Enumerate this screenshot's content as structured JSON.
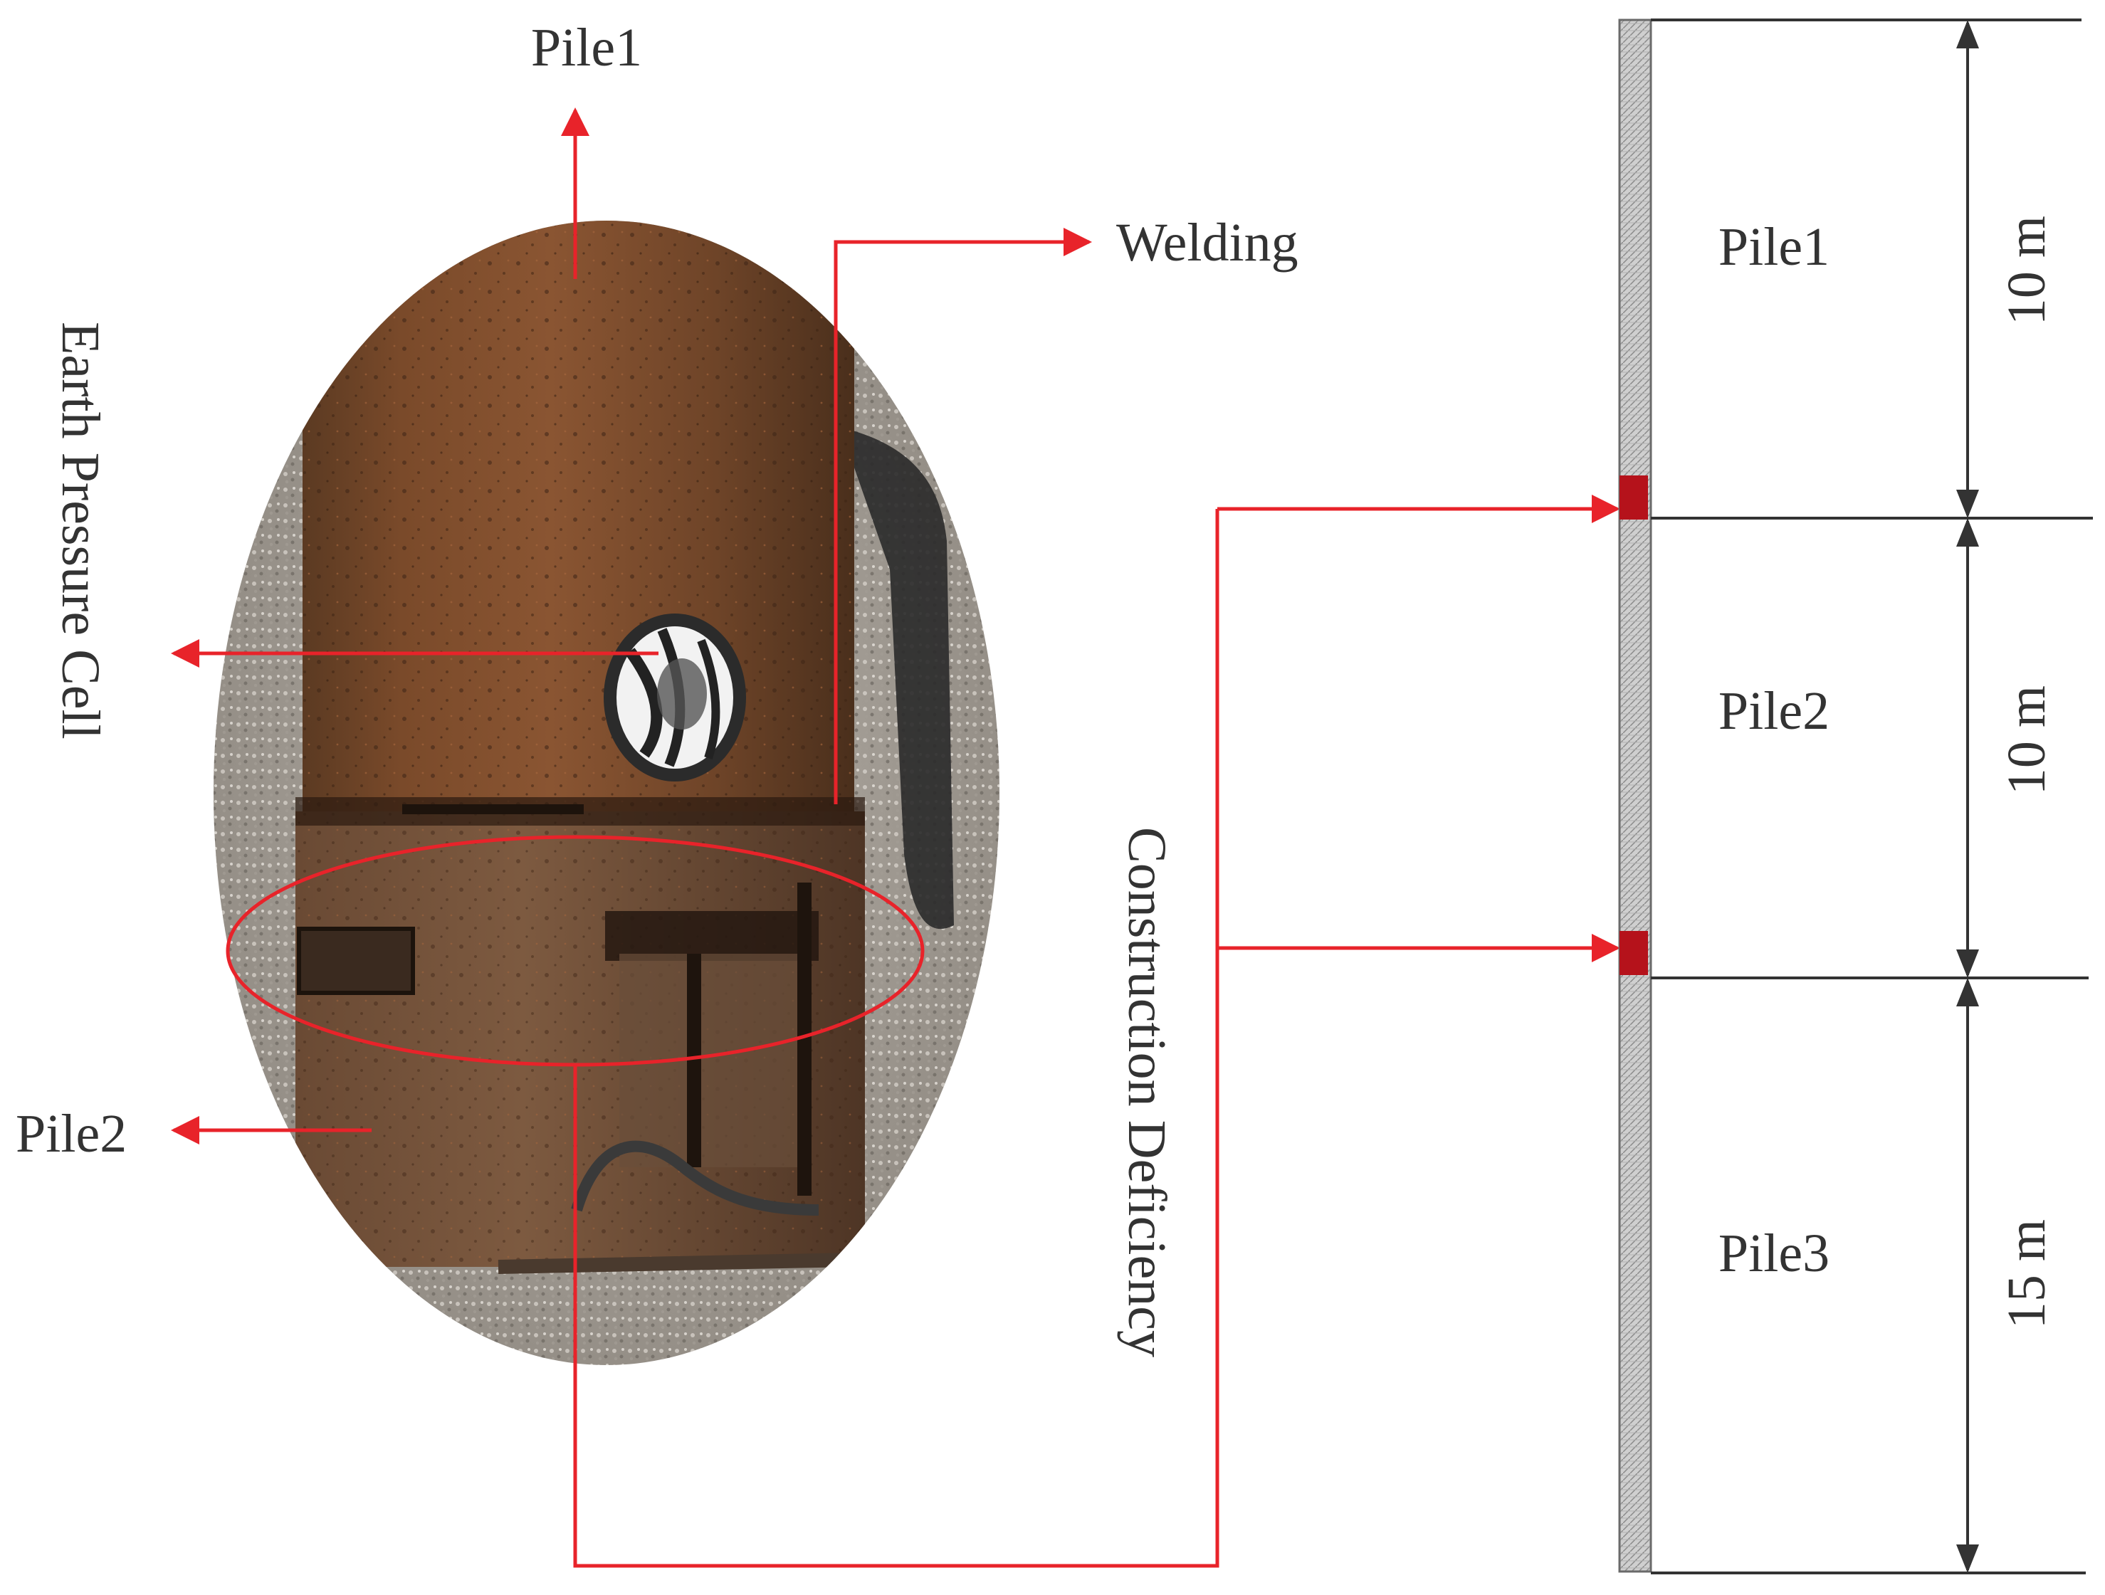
{
  "photo": {
    "labels": {
      "pile_top": "Pile1",
      "welding": "Welding",
      "earth_pressure_cell": "Earth Pressure Cell",
      "pile_bottom": "Pile2"
    }
  },
  "connector": {
    "label": "Construction Deficiency"
  },
  "schematic": {
    "segments": [
      {
        "name": "Pile1",
        "length": "10 m"
      },
      {
        "name": "Pile2",
        "length": "10 m"
      },
      {
        "name": "Pile3",
        "length": "15 m"
      }
    ]
  },
  "colors": {
    "annotation": "#e8232a",
    "defect": "#b5121b",
    "dimension": "#333333",
    "pile_hatch": "#a8a8a8"
  }
}
